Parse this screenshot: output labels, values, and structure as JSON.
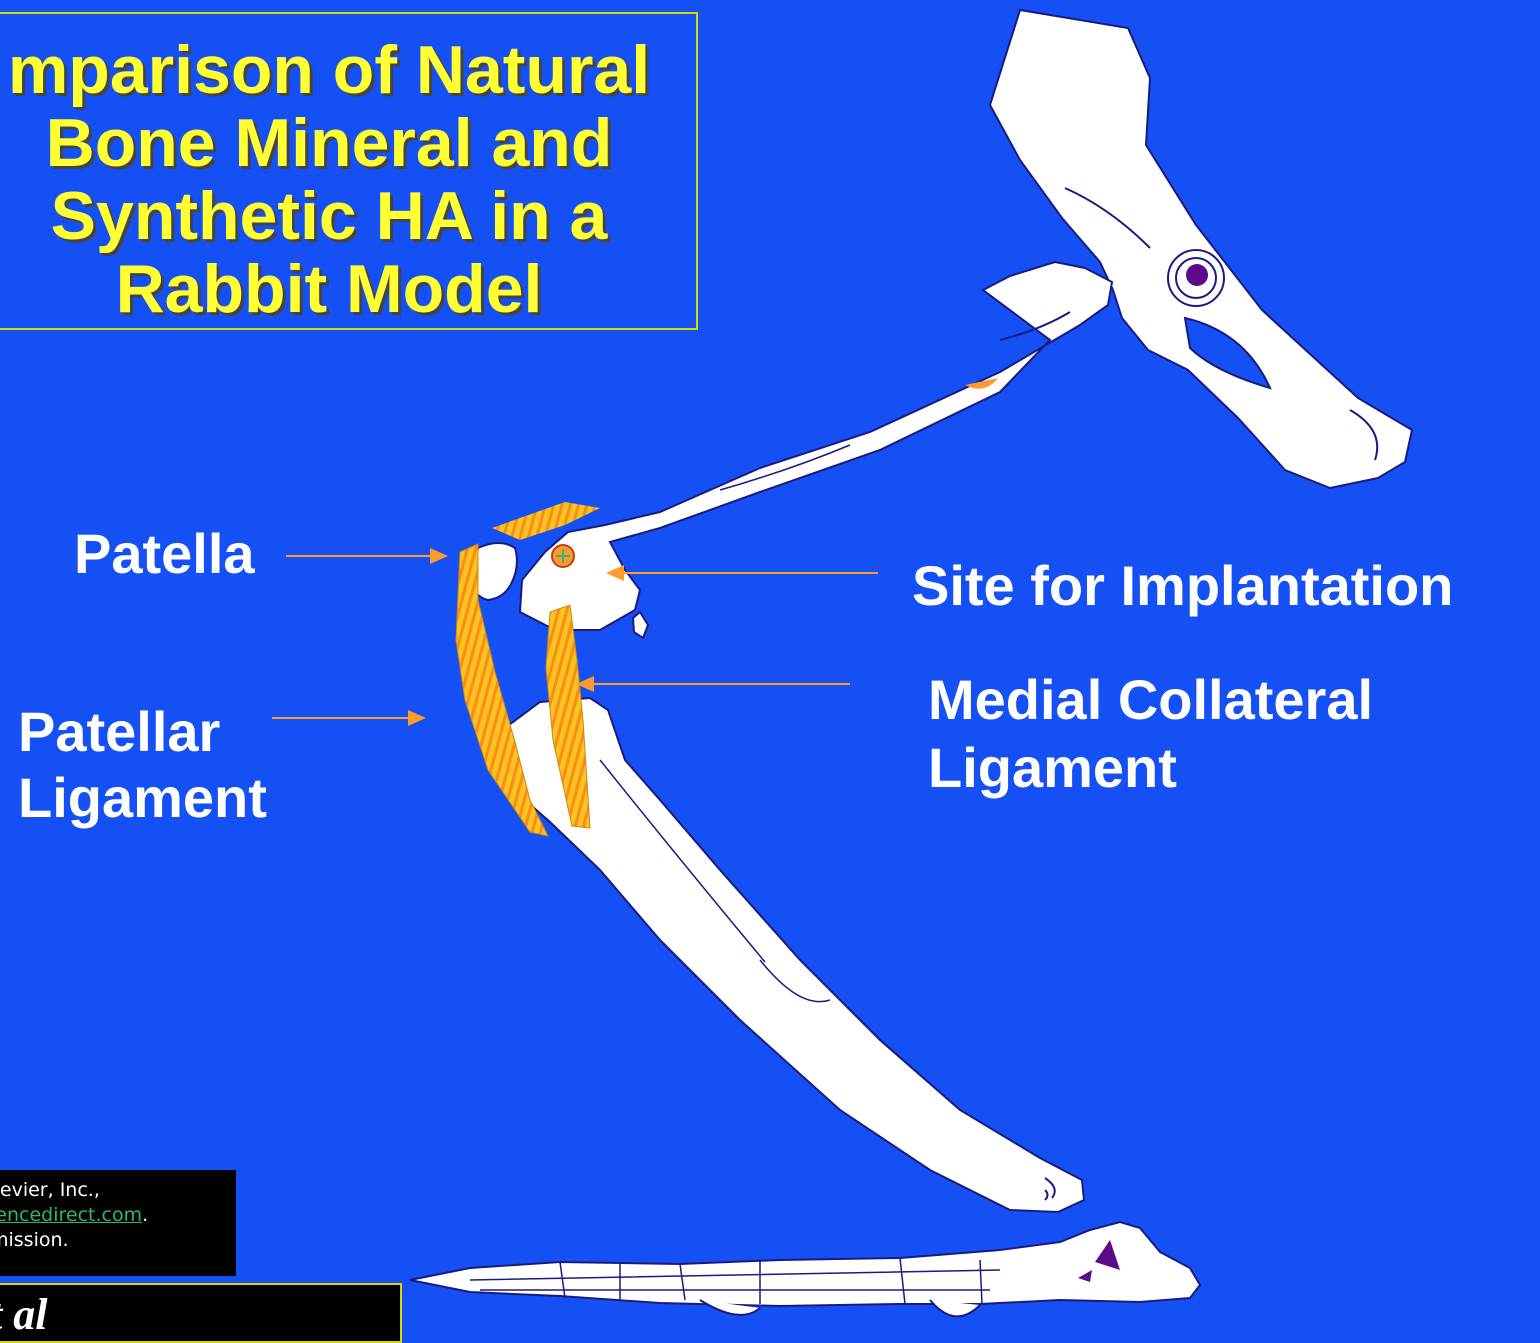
{
  "title": {
    "lines": [
      "mparison of Natural",
      "Bone Mineral and",
      "Synthetic HA in a",
      "Rabbit Model"
    ]
  },
  "labels": {
    "patella": "Patella",
    "patellar_ligament_1": "Patellar",
    "patellar_ligament_2": "Ligament",
    "implant_site": "Site for Implantation",
    "mcl_1": "Medial Collateral",
    "mcl_2": "Ligament"
  },
  "credit": {
    "line1": "sevier, Inc.,",
    "line2_link": "iencedirect.com",
    "line2_tail": ".",
    "line3": "mission."
  },
  "reference": "t al",
  "colors": {
    "background": "#1550f5",
    "title_text": "#ffff33",
    "bone": "#ffffff",
    "bone_outline": "#1a1a80",
    "arrow": "#ff9a2e",
    "ligament": "#f7c51e",
    "ligament_stripe": "#ff8a1a"
  }
}
